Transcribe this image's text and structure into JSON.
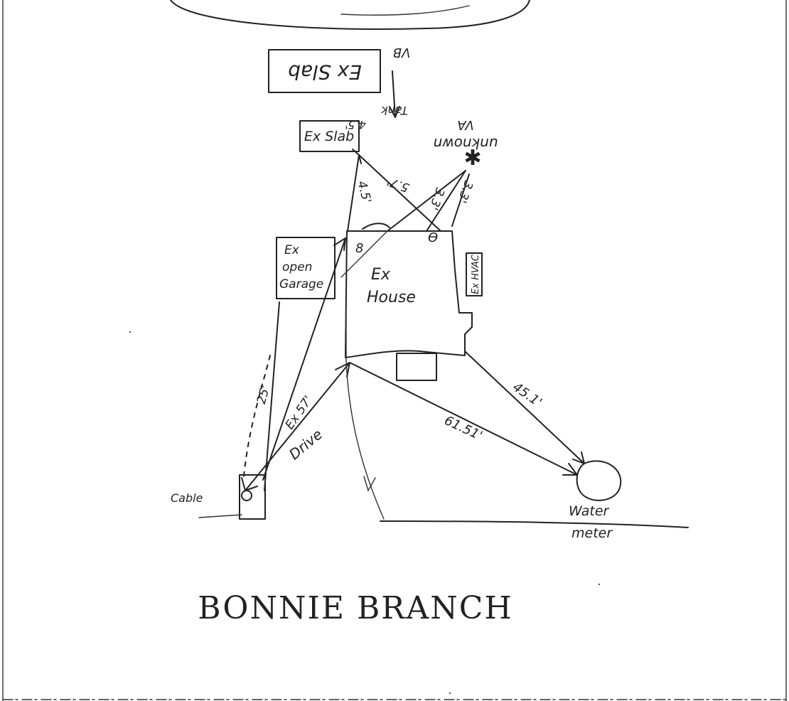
{
  "labels": {
    "ex_slab_top": "Ex Slab",
    "ex_slab_top_note": "VB",
    "ex_slab_top_dim": "4.5'",
    "ex_slab_top_extra": "Tank",
    "ex_slab": "Ex Slab",
    "unknown": "unknown",
    "unknown_sub": "VA",
    "dim_57": "5.7'",
    "dim_45": "4.5'",
    "dim_33": "3.3'",
    "dim_33b": "3.3'",
    "ex_open_garage_1": "Ex",
    "ex_open_garage_2": "open",
    "ex_open_garage_3": "Garage",
    "ex_house_1": "Ex",
    "ex_house_2": "House",
    "ex_hvac": "Ex HVAC",
    "dim_451": "45.1'",
    "dim_6151": "61.51'",
    "dim_25": "25'",
    "ex_drive_dim": "Ex 57'",
    "drive": "Drive",
    "cable": "Cable",
    "water_meter_1": "Water",
    "water_meter_2": "meter",
    "title": "BONNIE BRANCH"
  }
}
